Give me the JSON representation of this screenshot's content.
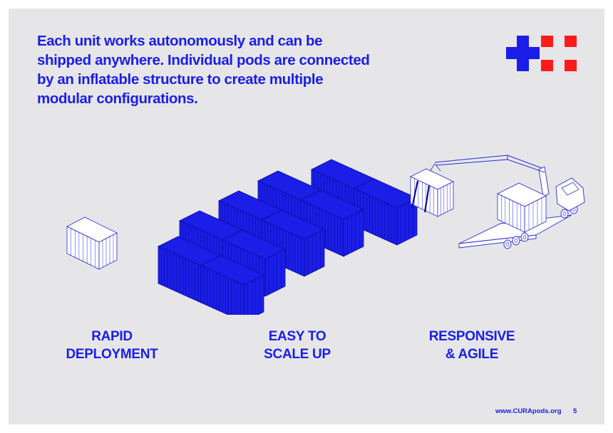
{
  "headline": "Each unit works autonomously and can be shipped anywhere. Individual pods are connected by an inflatable structure to create multiple modular configurations.",
  "features": [
    {
      "text": "RAPID\nDEPLOYMENT"
    },
    {
      "text": "EASY TO\nSCALE UP"
    },
    {
      "text": "RESPONSIVE\n& AGILE"
    }
  ],
  "footer": {
    "url": "www.CURApods.org",
    "page": "5"
  },
  "colors": {
    "primary": "#1a1ee6",
    "accent": "#ff1a1a",
    "background": "#e6e6e9",
    "line": "#2a2ad8"
  },
  "icons": {
    "logo": "cross-and-squares-logo-icon"
  }
}
